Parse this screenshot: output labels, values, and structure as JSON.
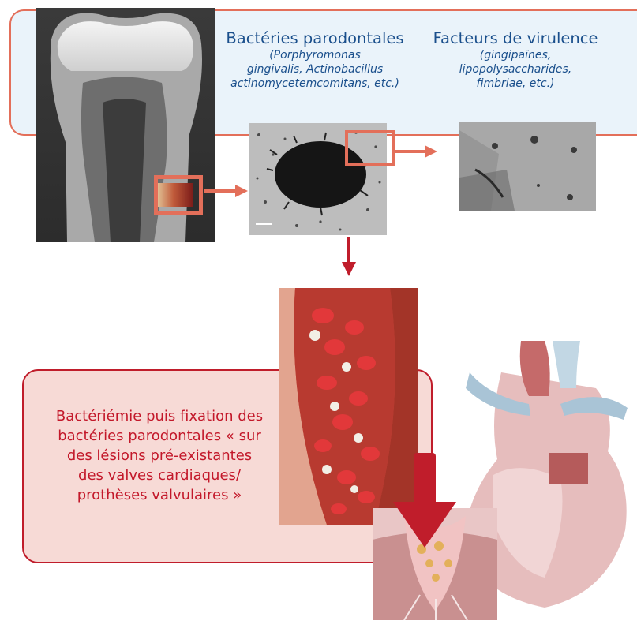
{
  "top": {
    "left_heading": "Bactéries parodontales",
    "left_sub": [
      "(Porphyromonas",
      "gingivalis, Actinobacillus",
      "actinomycetemcomitans, etc.)"
    ],
    "right_heading": "Facteurs de virulence",
    "right_sub": [
      "(gingipaïnes,",
      "lipopolysaccharides,",
      "fimbriae, etc.)"
    ]
  },
  "bottom": {
    "lines": [
      "Bactériémie puis fixation des",
      "bactéries parodontales « sur",
      "des lésions pré-existantes",
      "des valves cardiaques/",
      "prothèses valvulaires »"
    ]
  },
  "colors": {
    "accent": "#e36f5a",
    "dark_red": "#c3182a",
    "blue_text": "#1a4f8c",
    "panel_bg": "#eaf3fa",
    "box_bg": "#f7dad6"
  },
  "icons": [
    "tooth-xray-image",
    "bacteria-micrograph-image",
    "virulence-micrograph-image",
    "blood-vessel-image",
    "heart-image",
    "valve-closeup-image",
    "arrow-icon"
  ]
}
